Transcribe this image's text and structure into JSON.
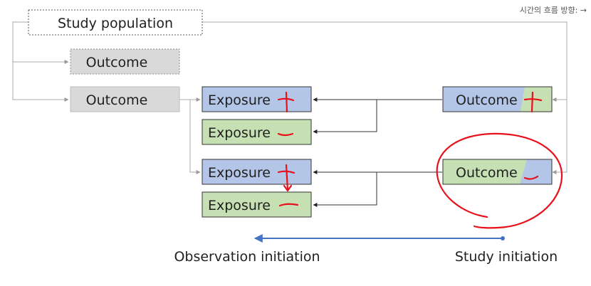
{
  "note": "시간의 흐름 방향: →",
  "study_population": "Study population",
  "outcome_dashed": "Outcome",
  "outcome_gray": "Outcome",
  "exposure_labels": [
    "Exposure",
    "Exposure",
    "Exposure",
    "Exposure"
  ],
  "outcome_top": "Outcome",
  "outcome_bottom": "Outcome",
  "timeline": {
    "left_label": "Observation initiation",
    "right_label": "Study initiation"
  },
  "colors": {
    "blue": "#b4c6e7",
    "green": "#c6e0b4",
    "gray": "#d9d9d9",
    "timeline": "#4472c4",
    "ink": "#e8101a"
  }
}
